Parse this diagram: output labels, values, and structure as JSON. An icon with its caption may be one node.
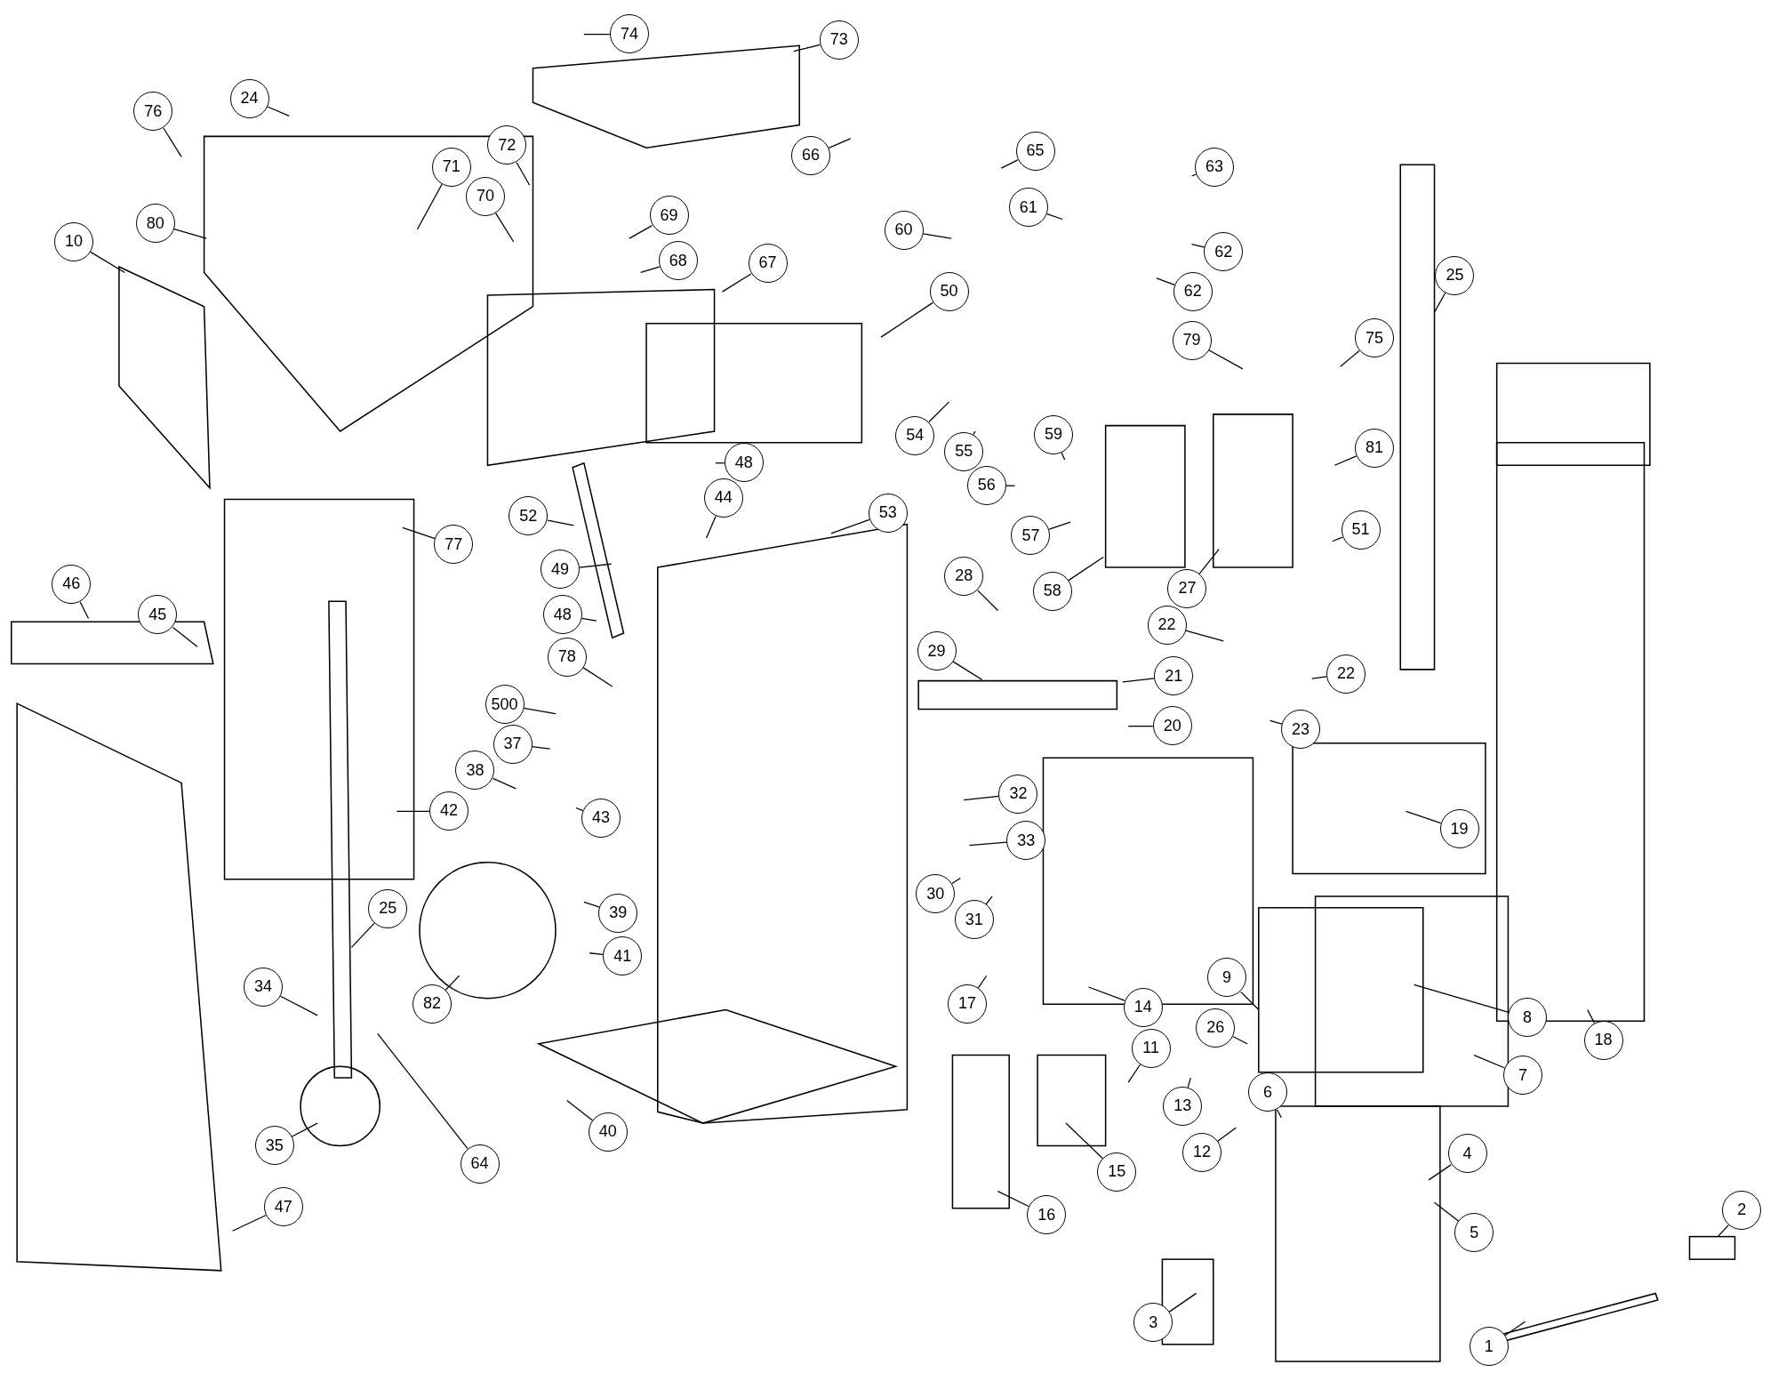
{
  "diagram": {
    "nodes": [
      {
        "text": [
          "74"
        ]
      },
      {
        "text": [
          "73"
        ]
      },
      {
        "text": [
          "24"
        ]
      },
      {
        "text": [
          "76"
        ]
      },
      {
        "text": [
          "72"
        ]
      },
      {
        "text": [
          "71"
        ]
      },
      {
        "text": [
          "70"
        ]
      },
      {
        "text": [
          "66"
        ]
      },
      {
        "text": [
          "65"
        ]
      },
      {
        "text": [
          "63"
        ]
      },
      {
        "text": [
          "61"
        ]
      },
      {
        "text": [
          "69"
        ]
      },
      {
        "text": [
          "80"
        ]
      },
      {
        "text": [
          "10"
        ]
      },
      {
        "text": [
          "60"
        ]
      },
      {
        "text": [
          "62"
        ]
      },
      {
        "text": [
          "68"
        ]
      },
      {
        "text": [
          "67"
        ]
      },
      {
        "text": [
          "25"
        ]
      },
      {
        "text": [
          "62"
        ]
      },
      {
        "text": [
          "50"
        ]
      },
      {
        "text": [
          "79"
        ]
      },
      {
        "text": [
          "75"
        ]
      },
      {
        "text": [
          "54"
        ]
      },
      {
        "text": [
          "59"
        ]
      },
      {
        "text": [
          "55"
        ]
      },
      {
        "text": [
          "81"
        ]
      },
      {
        "text": [
          "48"
        ]
      },
      {
        "text": [
          "56"
        ]
      },
      {
        "text": [
          "52"
        ]
      },
      {
        "text": [
          "53"
        ]
      },
      {
        "text": [
          "44"
        ]
      },
      {
        "text": [
          "57"
        ]
      },
      {
        "text": [
          "51"
        ]
      },
      {
        "text": [
          "77"
        ]
      },
      {
        "text": [
          "49"
        ]
      },
      {
        "text": [
          "58"
        ]
      },
      {
        "text": [
          "27"
        ]
      },
      {
        "text": [
          "28"
        ]
      },
      {
        "text": [
          "46"
        ]
      },
      {
        "text": [
          "45"
        ]
      },
      {
        "text": [
          "48"
        ]
      },
      {
        "text": [
          "22"
        ]
      },
      {
        "text": [
          "29"
        ]
      },
      {
        "text": [
          "21"
        ]
      },
      {
        "text": [
          "22"
        ]
      },
      {
        "text": [
          "78"
        ]
      },
      {
        "text": [
          "500"
        ]
      },
      {
        "text": [
          "37"
        ]
      },
      {
        "text": [
          "20"
        ]
      },
      {
        "text": [
          "23"
        ]
      },
      {
        "text": [
          "38"
        ]
      },
      {
        "text": [
          "32"
        ]
      },
      {
        "text": [
          "42"
        ]
      },
      {
        "text": [
          "43"
        ]
      },
      {
        "text": [
          "19"
        ]
      },
      {
        "text": [
          "33"
        ]
      },
      {
        "text": [
          "30"
        ]
      },
      {
        "text": [
          "31"
        ]
      },
      {
        "text": [
          "39"
        ]
      },
      {
        "text": [
          "25"
        ]
      },
      {
        "text": [
          "41"
        ]
      },
      {
        "text": [
          "34"
        ]
      },
      {
        "text": [
          "82"
        ]
      },
      {
        "text": [
          "9"
        ]
      },
      {
        "text": [
          "17"
        ]
      },
      {
        "text": [
          "14"
        ]
      },
      {
        "text": [
          "8"
        ]
      },
      {
        "text": [
          "18"
        ]
      },
      {
        "text": [
          "26"
        ]
      },
      {
        "text": [
          "11"
        ]
      },
      {
        "text": [
          "7"
        ]
      },
      {
        "text": [
          "13"
        ]
      },
      {
        "text": [
          "6"
        ]
      },
      {
        "text": [
          "40"
        ]
      },
      {
        "text": [
          "35"
        ]
      },
      {
        "text": [
          "64"
        ]
      },
      {
        "text": [
          "12"
        ]
      },
      {
        "text": [
          "15"
        ]
      },
      {
        "text": [
          "4"
        ]
      },
      {
        "text": [
          "47"
        ]
      },
      {
        "text": [
          "16"
        ]
      },
      {
        "text": [
          "2"
        ]
      },
      {
        "text": [
          "5"
        ]
      },
      {
        "text": [
          "3"
        ]
      },
      {
        "text": [
          "1"
        ]
      }
    ],
    "edges": [
      {
        "from": 0,
        "to": null,
        "arrow": "none"
      },
      {
        "from": 1,
        "to": null,
        "arrow": "none"
      },
      {
        "from": 2,
        "to": null,
        "arrow": "none"
      },
      {
        "from": 3,
        "to": null,
        "arrow": "none"
      },
      {
        "from": 4,
        "to": null,
        "arrow": "none"
      },
      {
        "from": 5,
        "to": null,
        "arrow": "none"
      },
      {
        "from": 6,
        "to": null,
        "arrow": "none"
      },
      {
        "from": 7,
        "to": null,
        "arrow": "none"
      },
      {
        "from": 8,
        "to": null,
        "arrow": "none"
      },
      {
        "from": 9,
        "to": null,
        "arrow": "none"
      },
      {
        "from": 10,
        "to": null,
        "arrow": "none"
      },
      {
        "from": 11,
        "to": null,
        "arrow": "none"
      },
      {
        "from": 12,
        "to": null,
        "arrow": "none"
      },
      {
        "from": 13,
        "to": null,
        "arrow": "none"
      },
      {
        "from": 14,
        "to": null,
        "arrow": "none"
      },
      {
        "from": 15,
        "to": null,
        "arrow": "none"
      },
      {
        "from": 16,
        "to": null,
        "arrow": "none"
      },
      {
        "from": 17,
        "to": null,
        "arrow": "none"
      },
      {
        "from": 18,
        "to": null,
        "arrow": "none"
      },
      {
        "from": 19,
        "to": null,
        "arrow": "none"
      },
      {
        "from": 20,
        "to": null,
        "arrow": "none"
      },
      {
        "from": 21,
        "to": null,
        "arrow": "none"
      },
      {
        "from": 22,
        "to": null,
        "arrow": "none"
      },
      {
        "from": 23,
        "to": null,
        "arrow": "none"
      },
      {
        "from": 24,
        "to": null,
        "arrow": "none"
      },
      {
        "from": 25,
        "to": null,
        "arrow": "none"
      },
      {
        "from": 26,
        "to": null,
        "arrow": "none"
      },
      {
        "from": 27,
        "to": null,
        "arrow": "none"
      },
      {
        "from": 28,
        "to": null,
        "arrow": "none"
      },
      {
        "from": 29,
        "to": null,
        "arrow": "none"
      },
      {
        "from": 30,
        "to": null,
        "arrow": "none"
      },
      {
        "from": 31,
        "to": null,
        "arrow": "none"
      },
      {
        "from": 32,
        "to": null,
        "arrow": "none"
      },
      {
        "from": 33,
        "to": null,
        "arrow": "none"
      },
      {
        "from": 34,
        "to": null,
        "arrow": "none"
      },
      {
        "from": 35,
        "to": null,
        "arrow": "none"
      },
      {
        "from": 36,
        "to": null,
        "arrow": "none"
      },
      {
        "from": 37,
        "to": null,
        "arrow": "none"
      },
      {
        "from": 38,
        "to": null,
        "arrow": "none"
      },
      {
        "from": 39,
        "to": null,
        "arrow": "none"
      },
      {
        "from": 40,
        "to": null,
        "arrow": "none"
      },
      {
        "from": 41,
        "to": null,
        "arrow": "none"
      },
      {
        "from": 42,
        "to": null,
        "arrow": "none"
      },
      {
        "from": 43,
        "to": null,
        "arrow": "none"
      },
      {
        "from": 44,
        "to": null,
        "arrow": "none"
      },
      {
        "from": 45,
        "to": null,
        "arrow": "none"
      },
      {
        "from": 46,
        "to": null,
        "arrow": "none"
      },
      {
        "from": 47,
        "to": null,
        "arrow": "none"
      },
      {
        "from": 48,
        "to": null,
        "arrow": "none"
      },
      {
        "from": 49,
        "to": null,
        "arrow": "none"
      },
      {
        "from": 50,
        "to": null,
        "arrow": "none"
      },
      {
        "from": 51,
        "to": null,
        "arrow": "none"
      },
      {
        "from": 52,
        "to": null,
        "arrow": "none"
      },
      {
        "from": 53,
        "to": null,
        "arrow": "none"
      },
      {
        "from": 54,
        "to": null,
        "arrow": "none"
      },
      {
        "from": 55,
        "to": null,
        "arrow": "none"
      },
      {
        "from": 56,
        "to": null,
        "arrow": "none"
      },
      {
        "from": 57,
        "to": null,
        "arrow": "none"
      },
      {
        "from": 58,
        "to": null,
        "arrow": "none"
      },
      {
        "from": 59,
        "to": null,
        "arrow": "none"
      },
      {
        "from": 60,
        "to": null,
        "arrow": "none"
      },
      {
        "from": 61,
        "to": null,
        "arrow": "none"
      },
      {
        "from": 62,
        "to": null,
        "arrow": "none"
      },
      {
        "from": 63,
        "to": null,
        "arrow": "none"
      },
      {
        "from": 64,
        "to": null,
        "arrow": "none"
      },
      {
        "from": 65,
        "to": null,
        "arrow": "none"
      },
      {
        "from": 66,
        "to": null,
        "arrow": "none"
      },
      {
        "from": 67,
        "to": null,
        "arrow": "none"
      },
      {
        "from": 68,
        "to": null,
        "arrow": "none"
      },
      {
        "from": 69,
        "to": null,
        "arrow": "none"
      },
      {
        "from": 70,
        "to": null,
        "arrow": "none"
      },
      {
        "from": 71,
        "to": null,
        "arrow": "none"
      },
      {
        "from": 72,
        "to": null,
        "arrow": "none"
      },
      {
        "from": 73,
        "to": null,
        "arrow": "none"
      },
      {
        "from": 74,
        "to": null,
        "arrow": "none"
      },
      {
        "from": 75,
        "to": null,
        "arrow": "none"
      },
      {
        "from": 76,
        "to": null,
        "arrow": "none"
      },
      {
        "from": 77,
        "to": null,
        "arrow": "none"
      },
      {
        "from": 78,
        "to": null,
        "arrow": "none"
      },
      {
        "from": 79,
        "to": null,
        "arrow": "none"
      },
      {
        "from": 80,
        "to": null,
        "arrow": "none"
      },
      {
        "from": 81,
        "to": null,
        "arrow": "none"
      },
      {
        "from": 82,
        "to": null,
        "arrow": "none"
      },
      {
        "from": 83,
        "to": null,
        "arrow": "none"
      },
      {
        "from": 84,
        "to": null,
        "arrow": "none"
      },
      {
        "from": 85,
        "to": null,
        "arrow": "none"
      }
    ]
  }
}
